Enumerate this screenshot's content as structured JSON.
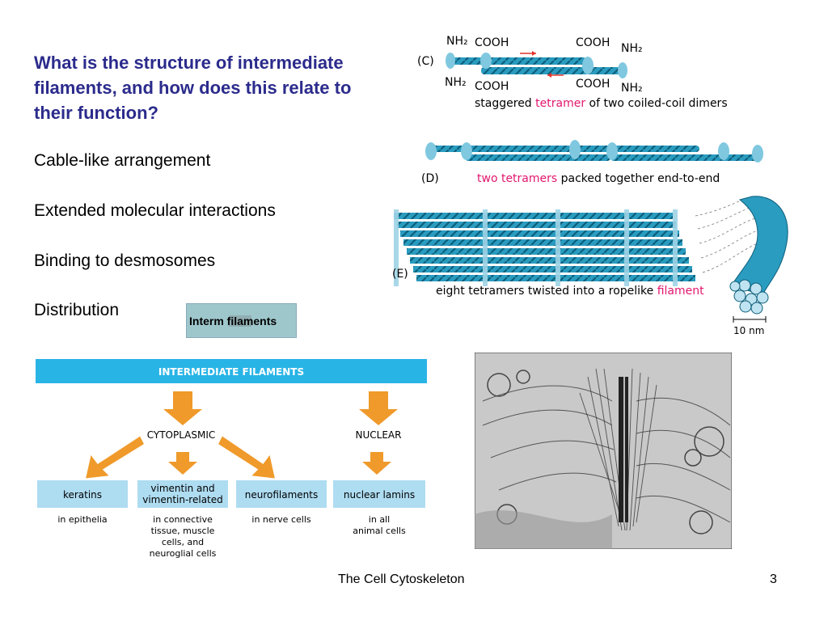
{
  "slide": {
    "question": "What is the structure of intermediate filaments, and how does this relate to their function?",
    "bullets": [
      "Cable-like arrangement",
      "Extended molecular interactions",
      "Binding to desmosomes",
      "Distribution"
    ],
    "media_button_label": "Interm filaments",
    "footer_title": "The Cell Cytoskeleton",
    "page_number": "3"
  },
  "figure_top": {
    "panel_c": {
      "label": "(C)",
      "nh2": "NH₂",
      "cooh": "COOH",
      "caption_pre": "staggered ",
      "caption_highlight": "tetramer",
      "caption_post": " of two coiled-coil dimers"
    },
    "panel_d": {
      "label": "(D)",
      "caption_highlight": "two tetramers",
      "caption_post": " packed together end-to-end"
    },
    "panel_e": {
      "label": "(E)",
      "caption_pre": "eight tetramers twisted into a ropelike ",
      "caption_highlight": "filament",
      "scale_label": "10 nm"
    }
  },
  "flowchart": {
    "header": "INTERMEDIATE FILAMENTS",
    "group_cytoplasmic": "CYTOPLASMIC",
    "group_nuclear": "NUCLEAR",
    "boxes": [
      "keratins",
      "vimentin and",
      "vimentin-related",
      "neurofilaments",
      "nuclear lamins"
    ],
    "notes": {
      "keratins": [
        "in epithelia"
      ],
      "vimentin": [
        "in connective",
        "tissue, muscle",
        "cells, and",
        "neuroglial cells"
      ],
      "neuro": [
        "in nerve cells"
      ],
      "lamins": [
        "in all",
        "animal cells"
      ]
    }
  },
  "colors": {
    "question": "#2b2b8c",
    "header_bar": "#29b4e6",
    "box": "#aedcf1",
    "arrow": "#ef9a2a",
    "filament": "#1d8fb0",
    "highlight": "#e2176e",
    "red_arrow": "#e0332a"
  }
}
